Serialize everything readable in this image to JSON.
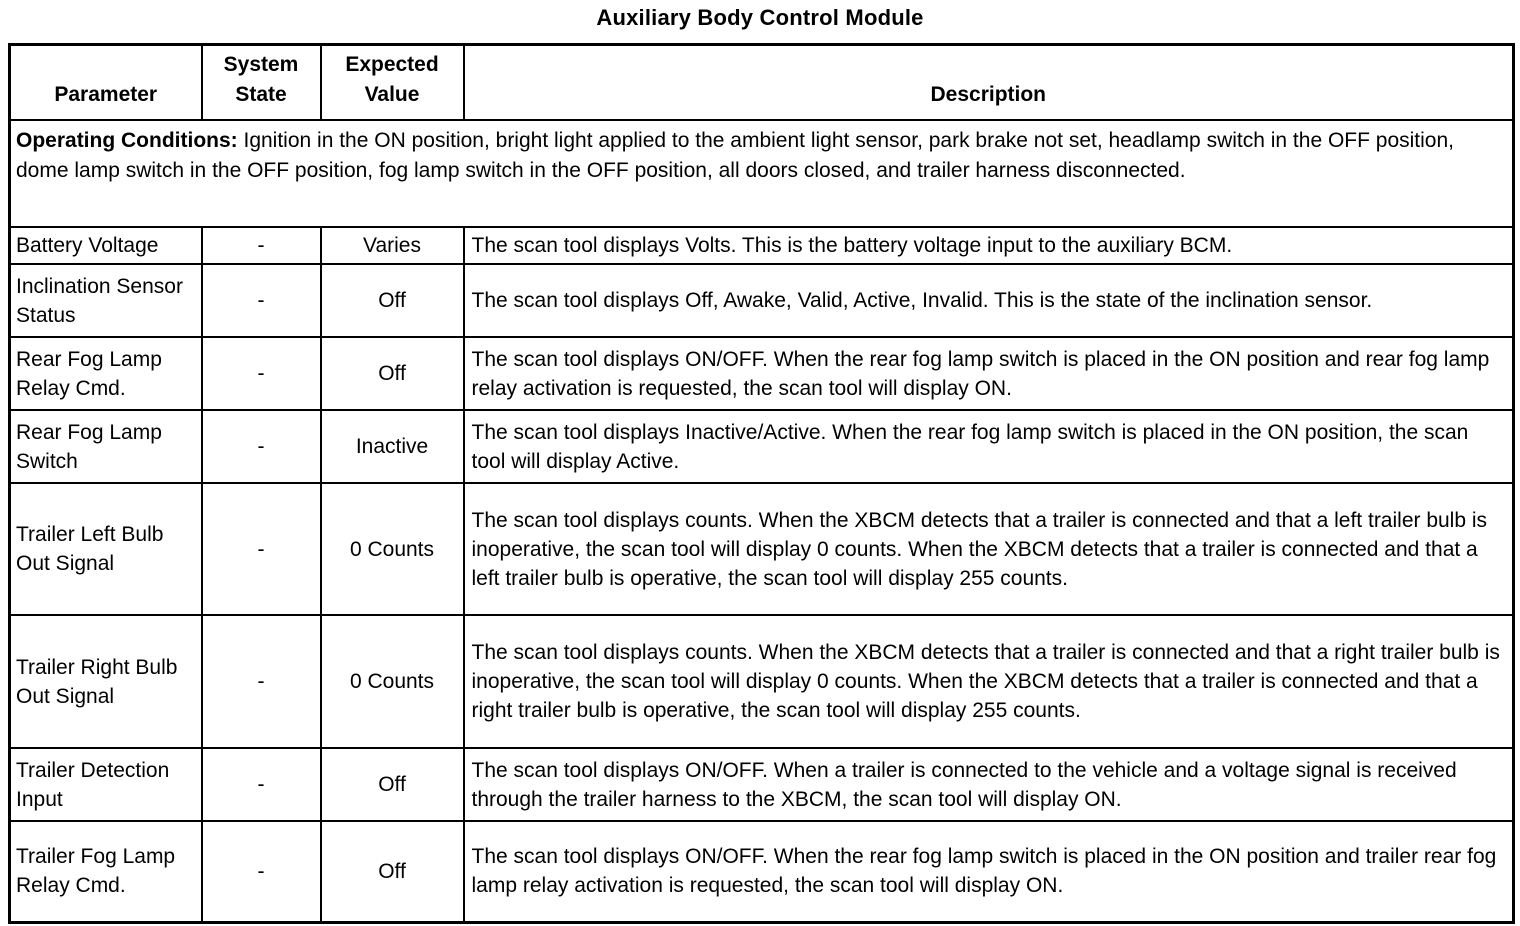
{
  "title": "Auxiliary Body Control Module",
  "table": {
    "headers": [
      "Parameter",
      "System State",
      "Expected Value",
      "Description"
    ],
    "operating_conditions": {
      "label": "Operating Conditions:",
      "text": " Ignition in the ON position, bright light applied to the ambient light sensor, park brake not set, headlamp switch in the OFF position, dome lamp switch in the OFF position, fog lamp switch in the OFF position, all doors closed, and trailer harness disconnected."
    },
    "rows": [
      {
        "parameter": "Battery Voltage",
        "system_state": "-",
        "expected_value": "Varies",
        "description": "The scan tool displays Volts. This is the battery voltage input to the auxiliary BCM."
      },
      {
        "parameter": "Inclination Sensor Status",
        "system_state": "-",
        "expected_value": "Off",
        "description": "The scan tool displays Off, Awake, Valid, Active, Invalid. This is the state of the inclination sensor."
      },
      {
        "parameter": "Rear Fog Lamp Relay Cmd.",
        "system_state": "-",
        "expected_value": "Off",
        "description": "The scan tool displays ON/OFF. When the rear fog lamp switch is placed in the ON position and rear fog lamp relay activation is requested, the scan tool will display ON."
      },
      {
        "parameter": "Rear Fog Lamp Switch",
        "system_state": "-",
        "expected_value": "Inactive",
        "description": "The scan tool displays Inactive/Active. When the rear fog lamp switch is placed in the ON position, the scan tool will display Active."
      },
      {
        "parameter": "Trailer Left Bulb Out Signal",
        "system_state": "-",
        "expected_value": "0 Counts",
        "description": "The scan tool displays counts. When the XBCM detects that a trailer is connected and that a left trailer bulb is inoperative, the scan tool will display 0 counts. When the XBCM detects that a trailer is connected and that a left trailer bulb is operative, the scan tool will display 255 counts."
      },
      {
        "parameter": "Trailer Right Bulb Out Signal",
        "system_state": "-",
        "expected_value": "0 Counts",
        "description": "The scan tool displays counts. When the XBCM detects that a trailer is connected and that a right trailer bulb is inoperative, the scan tool will display 0 counts. When the XBCM detects that a trailer is connected and that a right trailer bulb is operative, the scan tool will display 255 counts."
      },
      {
        "parameter": "Trailer Detection Input",
        "system_state": "-",
        "expected_value": "Off",
        "description": "The scan tool displays ON/OFF. When a trailer is connected to the vehicle and a voltage signal is received through the trailer harness to the XBCM, the scan tool will display ON."
      },
      {
        "parameter": "Trailer Fog Lamp Relay Cmd.",
        "system_state": "-",
        "expected_value": "Off",
        "description": "The scan tool displays ON/OFF. When the rear fog lamp switch is placed in the ON position and trailer rear fog lamp relay activation is requested, the scan tool will display ON."
      }
    ]
  }
}
